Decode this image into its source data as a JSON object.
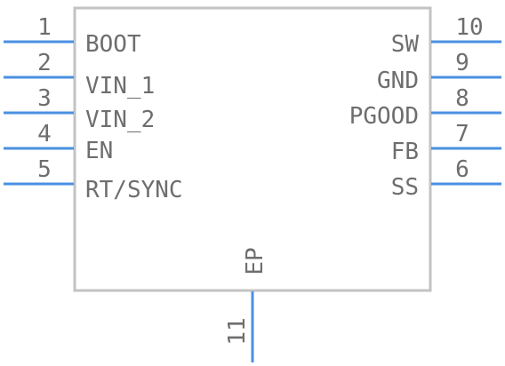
{
  "colors": {
    "body_outline": "#c3c3c3",
    "pin_line": "#4a90e2",
    "text": "#6e6e6e",
    "background": "#ffffff"
  },
  "pins_left": [
    {
      "number": "1",
      "name": "BOOT"
    },
    {
      "number": "2",
      "name": "VIN_1"
    },
    {
      "number": "3",
      "name": "VIN_2"
    },
    {
      "number": "4",
      "name": "EN"
    },
    {
      "number": "5",
      "name": "RT/SYNC"
    }
  ],
  "pins_right": [
    {
      "number": "10",
      "name": "SW"
    },
    {
      "number": "9",
      "name": "GND"
    },
    {
      "number": "8",
      "name": "PGOOD"
    },
    {
      "number": "7",
      "name": "FB"
    },
    {
      "number": "6",
      "name": "SS"
    }
  ],
  "pin_bottom": {
    "number": "11",
    "name": "EP"
  }
}
